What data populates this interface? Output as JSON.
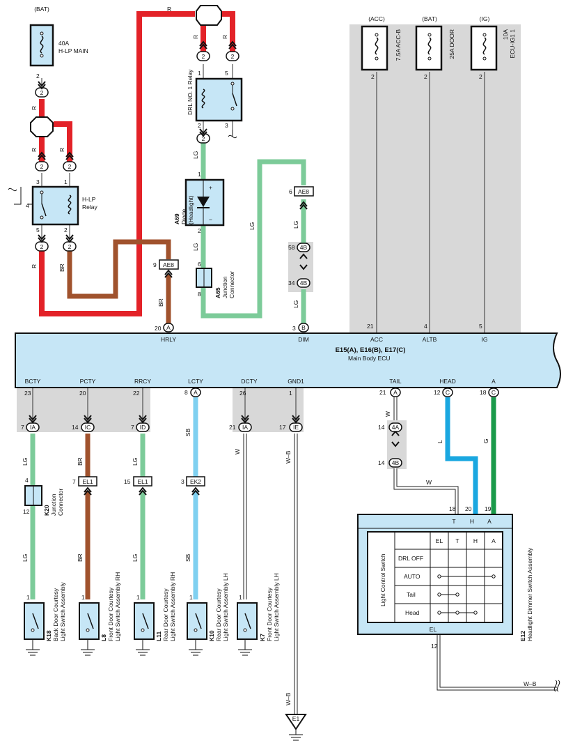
{
  "colors": {
    "red": "#e32228",
    "brown": "#a0522d",
    "lightgreen": "#7ccb99",
    "green": "#1a9a4a",
    "skyblue": "#7fd0f0",
    "blue": "#1aa7e0",
    "white": "#ffffff",
    "component_fill": "#c6e6f6",
    "grey_panel": "#d8d8d8"
  },
  "fuses": {
    "hlp_main": {
      "source": "(BAT)",
      "rating": "40A",
      "name": "H-LP MAIN",
      "pin": "2"
    },
    "acc_b": {
      "source": "(ACC)",
      "name": "7.5A ACC-B",
      "pin": "2"
    },
    "door": {
      "source": "(BAT)",
      "name": "25A DOOR",
      "pin": "2"
    },
    "ecu_ig1": {
      "source": "(IG)",
      "rating": "10A",
      "name": "ECU-IG1 1",
      "pin": "2"
    }
  },
  "wires": {
    "r": "R",
    "br": "BR",
    "lg": "LG",
    "w": "W",
    "sb": "SB",
    "l": "L",
    "g": "G",
    "wb": "W–B"
  },
  "connectors": {
    "c2": "2",
    "ae8": "AE8",
    "b4": "4B",
    "a4": "4A",
    "a": "A",
    "b": "B",
    "c": "C",
    "ia": "IA",
    "ic": "IC",
    "id": "ID",
    "ie": "IE",
    "el1": "EL1",
    "ek2": "EK2",
    "e1": "E1"
  },
  "pins": {
    "p1": "1",
    "p2": "2",
    "p3": "3",
    "p4": "4",
    "p5": "5",
    "p6": "6",
    "p7": "7",
    "p8": "8",
    "p9": "9",
    "p12": "12",
    "p14": "14",
    "p15": "15",
    "p17": "17",
    "p18": "18",
    "p19": "19",
    "p20": "20",
    "p21": "21",
    "p22": "22",
    "p23": "23",
    "p26": "26",
    "p34": "34",
    "p58": "58"
  },
  "hlp_relay": {
    "name": "H-LP",
    "name2": "Relay"
  },
  "drl_relay": {
    "name": "DRL NO. 1 Relay"
  },
  "diode": {
    "code": "A69",
    "name": "Diode",
    "name2": "(Headlight)",
    "plus": "+",
    "minus": "−"
  },
  "jc_a65": {
    "code": "A65",
    "name": "Junction",
    "name2": "Connector"
  },
  "jc_k20": {
    "code": "K20",
    "name": "Junction",
    "name2": "Connector"
  },
  "ecu": {
    "title": "E15(A), E16(B), E17(C)",
    "subtitle": "Main Body ECU",
    "top_pins": [
      "HRLY",
      "DIM",
      "ACC",
      "ALTB",
      "IG"
    ],
    "bottom_pins": [
      "BCTY",
      "PCTY",
      "RRCY",
      "LCTY",
      "DCTY",
      "GND1",
      "TAIL",
      "HEAD",
      "A"
    ]
  },
  "switches": [
    {
      "code": "K18",
      "name": "Back Door Courtesy",
      "name2": "Light Switch Assembly"
    },
    {
      "code": "L8",
      "name": "Front Door Courtesy",
      "name2": "Light Switch Assembly RH"
    },
    {
      "code": "L11",
      "name": "Rear Door Courtesy",
      "name2": "Light Switch Assembly RH"
    },
    {
      "code": "K10",
      "name": "Rear Door Courtesy",
      "name2": "Light Switch Assembly LH"
    },
    {
      "code": "K7",
      "name": "Front Door Courtesy",
      "name2": "Light Switch Assembly LH"
    }
  ],
  "dimmer": {
    "code": "E12",
    "name": "Headlight Dimmer Switch Assembly",
    "side_label": "Light Control Switch",
    "cols": [
      "EL",
      "T",
      "H",
      "A"
    ],
    "rows": [
      "DRL OFF",
      "AUTO",
      "Tail",
      "Head"
    ],
    "bottom_pin": "EL"
  }
}
